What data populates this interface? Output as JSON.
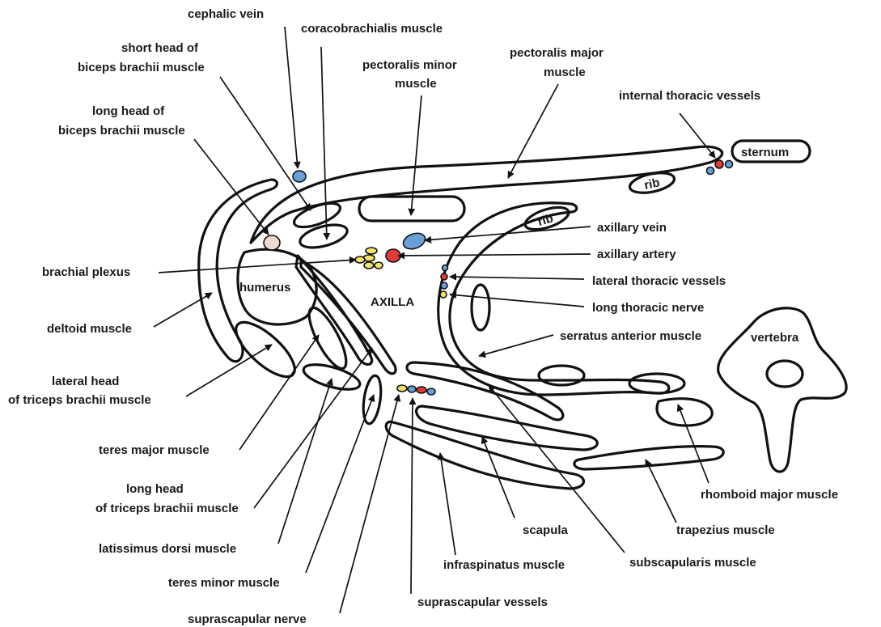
{
  "colors": {
    "vein": "#6aa0d8",
    "artery": "#e03a3a",
    "nerve": "#f2e36a",
    "plexus_tint": "#ecd9cf"
  },
  "labels": {
    "cephalic_vein": "cephalic vein",
    "coracobrachialis": "coracobrachialis muscle",
    "short_head_biceps_1": "short head of",
    "short_head_biceps_2": "biceps brachii muscle",
    "pectoralis_minor_1": "pectoralis minor",
    "pectoralis_minor_2": "muscle",
    "pectoralis_major_1": "pectoralis major",
    "pectoralis_major_2": "muscle",
    "internal_thoracic": "internal thoracic vessels",
    "long_head_biceps_1": "long head of",
    "long_head_biceps_2": "biceps brachii muscle",
    "axillary_vein": "axillary  vein",
    "axillary_artery": "axillary artery",
    "brachial_plexus": "brachial plexus",
    "lateral_thoracic": "lateral thoracic vessels",
    "long_thoracic_nerve": "long thoracic nerve",
    "deltoid": "deltoid muscle",
    "serratus_anterior": "serratus anterior muscle",
    "lateral_triceps_1": "lateral head",
    "lateral_triceps_2": "of triceps brachii muscle",
    "teres_major": "teres major muscle",
    "long_triceps_1": "long head",
    "long_triceps_2": "of triceps brachii muscle",
    "rhomboid_major": "rhomboid major muscle",
    "scapula": "scapula",
    "trapezius": "trapezius muscle",
    "latissimus_dorsi": "latissimus dorsi muscle",
    "infraspinatus": "infraspinatus muscle",
    "subscapularis": "subscapularis muscle",
    "teres_minor": "teres minor muscle",
    "suprascapular_vessels": "suprascapular vessels",
    "suprascapular_nerve": "suprascapular nerve"
  },
  "structures": {
    "humerus": "humerus",
    "axilla": "AXILLA",
    "sternum": "sternum",
    "rib_upper": "rib",
    "rib_lower": "rib",
    "vertebra": "vertebra"
  }
}
